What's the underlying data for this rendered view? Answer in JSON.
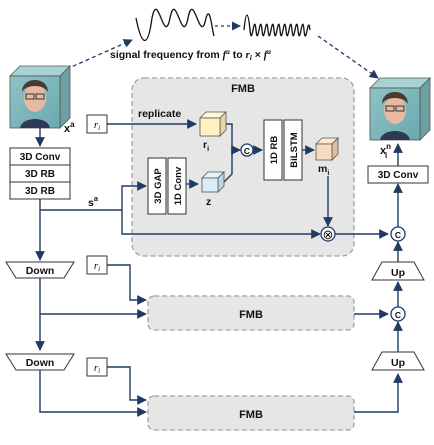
{
  "signal": {
    "label": "signal frequency from f^a to r_i × f^a",
    "label_prefix": "signal frequency from ",
    "f": "f",
    "a": "a",
    "to": " to ",
    "r": "r",
    "i": "i",
    "times": " × "
  },
  "fmb_main": {
    "title": "FMB",
    "replicate": "replicate",
    "gap": "3D GAP",
    "conv1d": "1D Conv",
    "rb1d": "1D RB",
    "bilstm": "BiLSTM",
    "concat": "C",
    "mult": "⊗"
  },
  "labels": {
    "xa": "x",
    "xa_sup": "a",
    "xn": "x",
    "xn_sup": "n",
    "xn_sub": "i",
    "sa": "s",
    "sa_sup": "a",
    "ri_r": "r",
    "ri_i": "i",
    "z": "z",
    "m": "m",
    "m_sub": "i"
  },
  "encoder": {
    "conv3d": "3D Conv",
    "rb1": "3D RB",
    "rb2": "3D RB"
  },
  "decoder": {
    "conv3d": "3D Conv"
  },
  "down1": "Down",
  "down2": "Down",
  "up1": "Up",
  "up2": "Up",
  "fmb2": "FMB",
  "fmb3": "FMB",
  "ri_box1": "r",
  "ri_box2": "r",
  "ri_box3": "r",
  "ri_sub": "i",
  "concat_label": "C",
  "colors": {
    "fmb_fill": "#e6e6e6",
    "fmb_stroke": "#a0a0a0",
    "navy": "#1f3b63",
    "cube_yellow": "#fff2c2",
    "cube_blue": "#d9ecf7",
    "cube_tan": "#f5dcc0"
  }
}
